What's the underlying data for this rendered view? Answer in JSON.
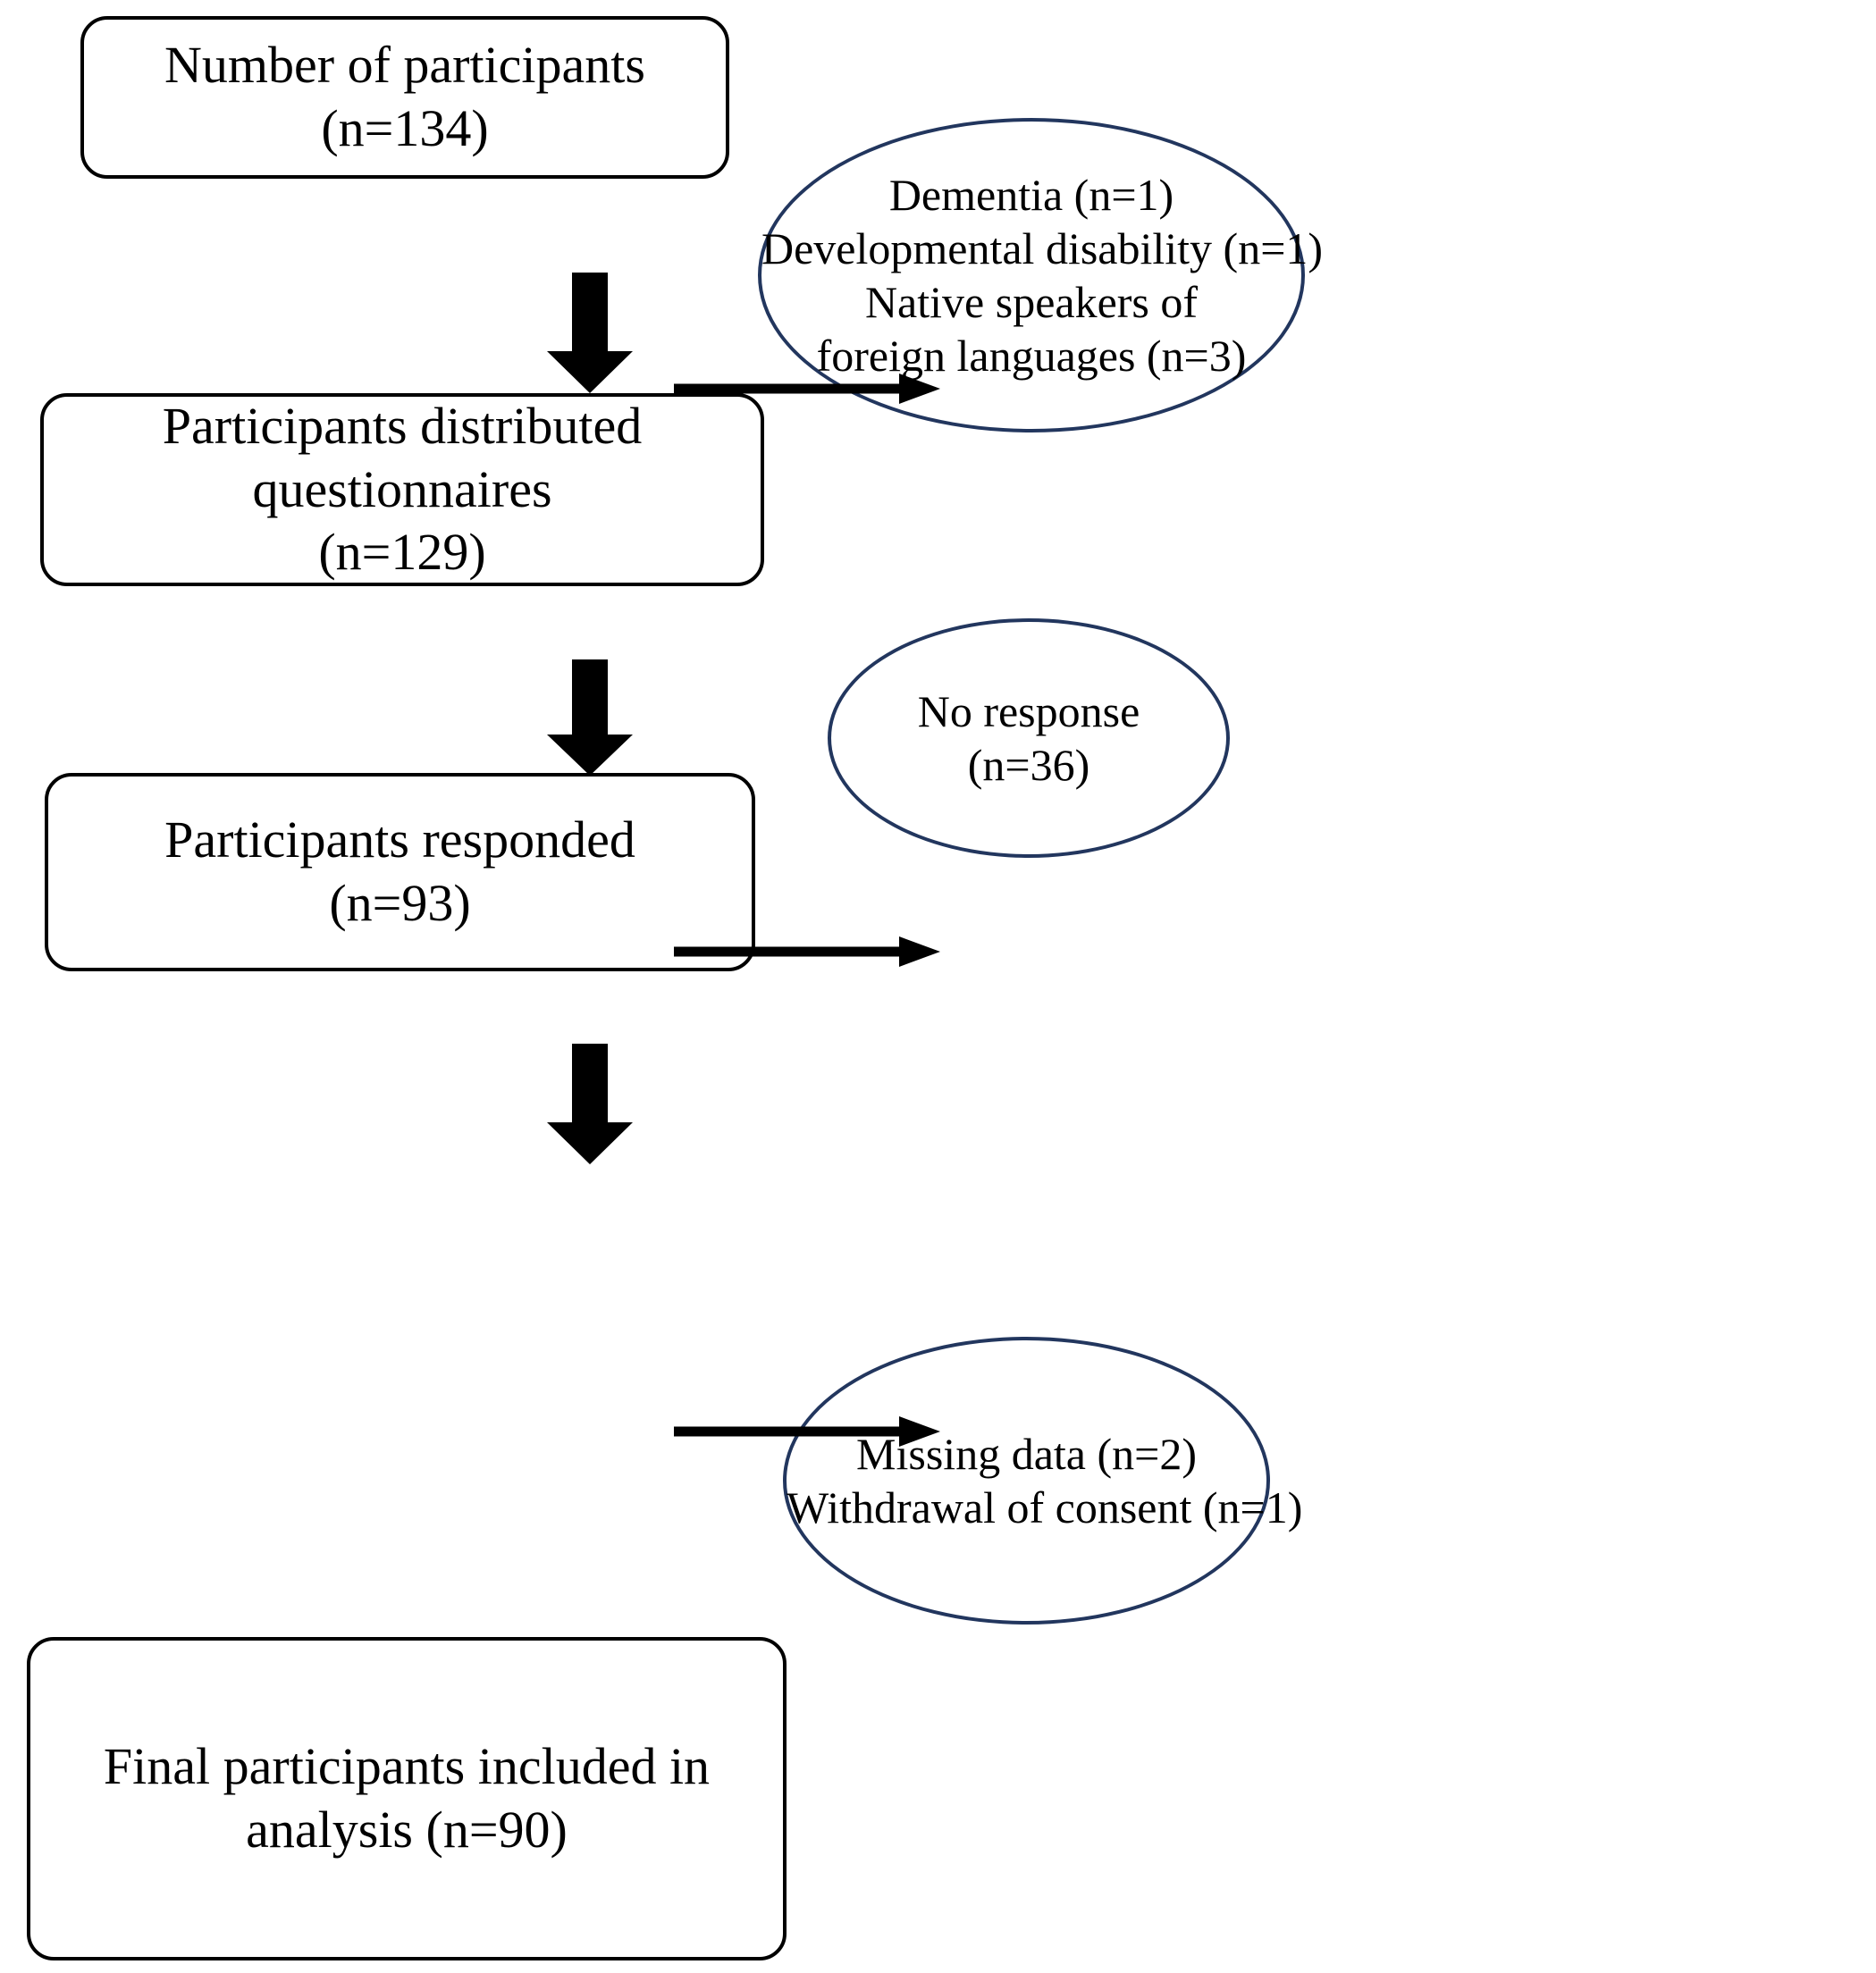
{
  "diagram": {
    "title": "Participant flow diagram",
    "colors": {
      "box_border": "#000000",
      "ellipse_border": "#22365E",
      "arrow": "#000000",
      "background": "#ffffff",
      "text": "#000000"
    },
    "boxes": [
      {
        "id": "number-of-participants",
        "lines": [
          "Number of participants",
          "(n=134)"
        ],
        "n_label": "(n=134)",
        "count": 134
      },
      {
        "id": "participants-distributed-questionnaires",
        "lines": [
          "Participants distributed",
          "questionnaires",
          "(n=129)"
        ],
        "n_label": "(n=129)",
        "count": 129
      },
      {
        "id": "participants-responded",
        "lines": [
          "Participants responded",
          "(n=93)"
        ],
        "n_label": "(n=93)",
        "count": 93
      },
      {
        "id": "final-participants-included",
        "lines": [
          "Final participants included in",
          "analysis (n=90)"
        ],
        "n_label": "(n=90)",
        "count": 90
      }
    ],
    "exclusions": [
      {
        "id": "exclusion-criteria",
        "lines": [
          "Dementia (n=1)",
          "Developmental disability (n=1)",
          "Native speakers of",
          "foreign languages (n=3)"
        ],
        "items": [
          {
            "reason": "Dementia",
            "n": 1
          },
          {
            "reason": "Developmental disability",
            "n": 1
          },
          {
            "reason": "Native speakers of foreign languages",
            "n": 3
          }
        ]
      },
      {
        "id": "no-response",
        "lines": [
          "No response",
          "(n=36)"
        ],
        "items": [
          {
            "reason": "No response",
            "n": 36
          }
        ]
      },
      {
        "id": "missing-data-and-withdrawal",
        "lines": [
          "Missing data (n=2)",
          "Withdrawal of consent (n=1)"
        ],
        "items": [
          {
            "reason": "Missing data",
            "n": 2
          },
          {
            "reason": "Withdrawal of consent",
            "n": 1
          }
        ]
      }
    ],
    "connectors": {
      "down_arrow_label": "down-arrow",
      "right_arrow_label": "right-arrow",
      "count_down": 3,
      "count_right": 3
    }
  }
}
